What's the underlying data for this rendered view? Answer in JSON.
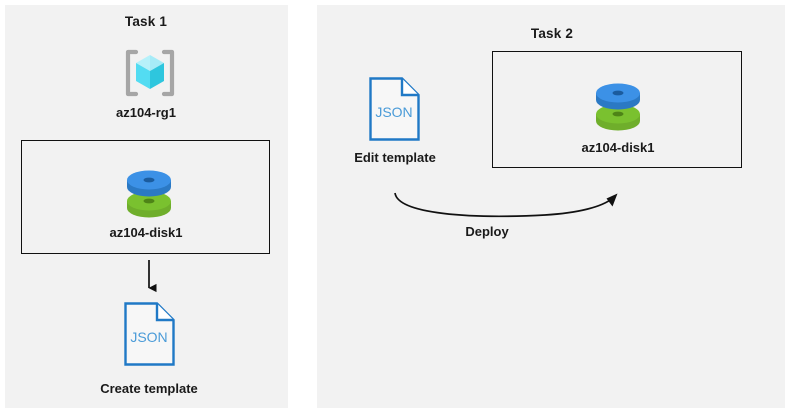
{
  "diagram": {
    "background_color": "#FFFFFF",
    "panel_color": "#F2F2F2",
    "line_color": "#111111",
    "accent_blue": "#2079C6",
    "disk_blue": "#3C91E6",
    "disk_green": "#6FAE2B",
    "cube_cyan": "#6FE3F5",
    "bracket_gray": "#A6A6A6"
  },
  "panels": {
    "left": {
      "title": "Task 1",
      "resource_group": {
        "icon": "resource-group-icon",
        "label": "az104-rg1"
      },
      "scope_box": {
        "resource": {
          "icon": "managed-disk-icon",
          "label": "az104-disk1"
        }
      },
      "arrow": {
        "direction": "down",
        "label": ""
      },
      "template": {
        "icon": "json-file-icon",
        "file_type": "JSON",
        "label": "Create template"
      }
    },
    "right": {
      "title": "Task 2",
      "template": {
        "icon": "json-file-icon",
        "file_type": "JSON",
        "label": "Edit template"
      },
      "scope_box": {
        "resource": {
          "icon": "managed-disk-icon",
          "label": "az104-disk1"
        }
      },
      "arrow": {
        "direction": "curved-right",
        "label": "Deploy"
      }
    }
  }
}
